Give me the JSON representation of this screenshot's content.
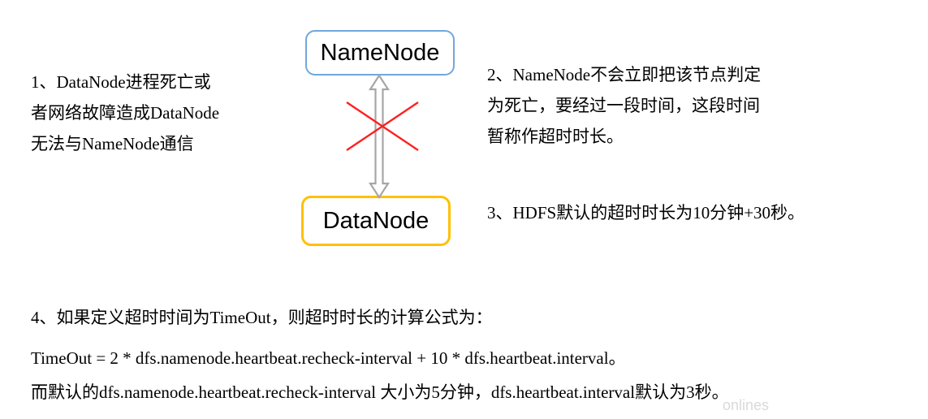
{
  "diagram": {
    "nodes": {
      "namenode": {
        "label": "NameNode",
        "border_color": "#6fa8dc"
      },
      "datanode": {
        "label": "DataNode",
        "border_color": "#ffc000"
      }
    },
    "connector": {
      "type": "double-headed-block-arrow",
      "color": "#a6a6a6",
      "status": "broken",
      "cross_mark": {
        "color": "#ff0000",
        "meaning": "communication-failure"
      }
    }
  },
  "notes": {
    "note1": {
      "lines": [
        "1、DataNode进程死亡或",
        "者网络故障造成DataNode",
        "无法与NameNode通信"
      ]
    },
    "note2": {
      "lines": [
        "2、NameNode不会立即把该节点判定",
        "为死亡，要经过一段时间，这段时间",
        "暂称作超时时长。"
      ]
    },
    "note3": {
      "lines": [
        "3、HDFS默认的超时时长为10分钟+30秒。"
      ]
    },
    "note4": {
      "lines": [
        "4、如果定义超时时间为TimeOut，则超时时长的计算公式为："
      ]
    }
  },
  "formula": {
    "text": "TimeOut  = 2 * dfs.namenode.heartbeat.recheck-interval + 10 * dfs.heartbeat.interval。"
  },
  "closing": {
    "text": "而默认的dfs.namenode.heartbeat.recheck-interval 大小为5分钟，dfs.heartbeat.interval默认为3秒。"
  },
  "watermark": {
    "text": "onlines"
  }
}
